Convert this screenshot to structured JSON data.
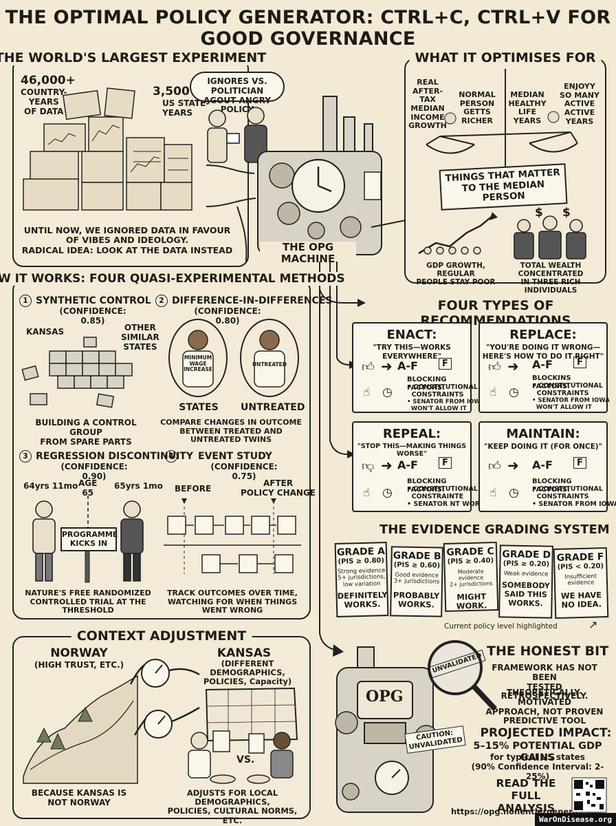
{
  "title": "THE OPTIMAL POLICY GENERATOR: CTRL+C, CTRL+V FOR GOOD GOVERNANCE",
  "experiment": {
    "heading": "THE WORLD'S LARGEST EXPERIMENT",
    "country_years": "46,000+",
    "country_years_label": "COUNTRY-\nYEARS\nOF DATA",
    "state_years": "3,500+",
    "state_years_label": "US STATE-\nYEARS",
    "speech": "IGNORES VS. POLITICIAN\nAGOUT ANGRY POLICY",
    "caption": "UNTIL NOW, WE IGNORED DATA IN FAVOUR\nOF VIBES AND IDEOLOGY.\nRADICAL IDEA: LOOK AT THE DATA INSTEAD"
  },
  "machine_label": "THE OPG MACHINE",
  "optimises": {
    "heading": "WHAT IT OPTIMISES FOR",
    "items": [
      "REAL\nAFTER-TAX\nMEDIAN\nINCOME\nGROWTH",
      "NORMAL\nPERSON\nGETTS\nRICHER",
      "MEDIAN\nHEALTHY\nLIFE\nYEARS",
      "ENJOYY\nSO MANY\nACTIVE\nACTIVE\nYEARS"
    ],
    "banner": "THINGS THAT MATTER\nTO THE MEDIAN PERSON",
    "left_caption": "GDP GROWTH, REGULAR\nPEOPLE STAY POOR",
    "right_caption": "TOTAL WEALTH CONCENTRATED\nIN THREE RICH INDIVIDUALS",
    "dollar": "$"
  },
  "methods": {
    "heading": "HOW IT WORKS: FOUR QUASI-EXPERIMENTAL METHODS",
    "m1": {
      "num": "1",
      "name": "SYNTHETIC CONTROL",
      "conf": "(CONFIDENCE: 0.85)",
      "kansas": "KANSAS",
      "other": "OTHER\nSIMILAR\nSTATES",
      "caption": "BUILDING A CONTROL GROUP\nFROM SPARE PARTS"
    },
    "m2": {
      "num": "2",
      "name": "DIFFERENCE-IN-DIFFERENCES",
      "conf": "(CONFIDENCE: 0.80)",
      "shirt1": "MINIMUM\nWAGE\nINCREASE",
      "shirt2": "UNTREATED",
      "label1": "STATES",
      "label2": "UNTREATED",
      "caption": "COMPARE CHANGES IN OUTCOME\nBETWEEN TREATED AND UNTREATED TWINS"
    },
    "m3": {
      "num": "3",
      "name": "REGRESSION DISCONTINUITY",
      "conf": "(CONFIDENCE: 0.90)",
      "left_age": "64yrs 11mo",
      "age": "AGE\n65",
      "right_age": "65yrs 1mo",
      "sign": "PROGRAMME\nKICKS IN",
      "caption": "NATURE'S FREE RANDOMIZED\nCONTROLLED TRIAL AT THE THRESHOLD"
    },
    "m4": {
      "num": "4",
      "name": "EVENT STUDY",
      "conf": "(CONFIDENCE: 0.75)",
      "before": "BEFORE",
      "after": "AFTER\nPOLICY CHANGE",
      "caption": "TRACK OUTCOMES OVER TIME,\nWATCHING FOR WHEN THINGS WENT WRONG"
    }
  },
  "recommendations": {
    "heading": "FOUR TYPES OF RECOMMENDATIONS",
    "cards": [
      {
        "title": "ENACT:",
        "sub": "\"TRY THIS—WORKS EVERYWHERE\"",
        "grade": "A-F",
        "box": "F",
        "block": "BLOCKING FACTORS:",
        "bullets": [
          "• CONSTITUTIONAL\n  CONSTRAINTS",
          "• SENATOR FROM IOWA\n  WON'T ALLOW IT"
        ]
      },
      {
        "title": "REPLACE:",
        "sub": "\"YOU'RE DOING IT WRONG—\nHERE'S HOW TO DO IT RIGHT\"",
        "grade": "A-F",
        "box": "F",
        "block": "BLOCKINS FACTORS:",
        "bullets": [
          "• CONSTITUTIONAL\n  CONSTRAINTS",
          "• SENATOR FROM IOWA\n  WON'T ALLOW IT"
        ]
      },
      {
        "title": "REPEAL:",
        "sub": "\"STOP THIS—MAKING THINGS WORSE\"",
        "grade": "A-F",
        "box": "F",
        "block": "BLOCKING FACTORS:",
        "bullets": [
          "• CONSTITUTIONAL\n  CONSTRAINTE",
          "• SENATOR NT WORSE"
        ]
      },
      {
        "title": "MAINTAIN:",
        "sub": "\"KEEP DOING IT (FOR ONCE)\"",
        "grade": "A-F",
        "box": "F",
        "block": "BLOCKING FACTORS:",
        "bullets": [
          "• CONSTITUTIONAL\n  CONSTRAINTS",
          "• SENATOR FROM IOWA"
        ]
      }
    ]
  },
  "grading": {
    "heading": "THE EVIDENCE GRADING SYSTEM",
    "grades": [
      {
        "name": "GRADE A",
        "crit": "(PIS ≥ 0.80)",
        "desc": "Strong evidence\n5+ jurisdictions,\nlow variation",
        "verdict": "DEFINITELY\nWORKS."
      },
      {
        "name": "GRADE B",
        "crit": "(PIS ≥ 0.60)",
        "desc": "Good evidence\n3+ jurisdictions",
        "verdict": "PROBABLY\nWORKS."
      },
      {
        "name": "GRADE C",
        "crit": "(PIS ≥ 0.40)",
        "desc": "Moderate evidence\n2+ jurisdictions",
        "verdict": "MIGHT\nWORK."
      },
      {
        "name": "GRADE D",
        "crit": "(PIS ≥ 0.20)",
        "desc": "Weak evidence",
        "verdict": "SOMEBODY\nSAID THIS\nWORKS."
      },
      {
        "name": "GRADE F",
        "crit": "(PIS < 0.20)",
        "desc": "Insufficient\nevidence",
        "verdict": "WE HAVE\nNO IDEA."
      }
    ],
    "note": "Current policy level highlighted"
  },
  "context": {
    "heading": "CONTEXT ADJUSTMENT",
    "norway": "NORWAY",
    "norway_sub": "(HIGH TRUST, ETC.)",
    "kansas": "KANSAS",
    "kansas_sub": "(DIFFERENT DEMOGRAPHICS,\nPOLICIES, Capacity)",
    "vs": "VS.",
    "left_caption": "BECAUSE KANSAS IS\nNOT NORWAY",
    "right_caption": "ADJUSTS FOR LOCAL DEMOGRAPHICS,\nPOLICIES, CULTURAL NORMS, ETC."
  },
  "honest": {
    "heading": "THE HONEST BIT",
    "p1": "FRAMEWORK HAS NOT BEEN\nTESTED RETROSPECTIVELY.",
    "p2": "THEORETICALLY-MOTIVATED\nAPPROACH, NOT PROVEN\nPREDICTIVE TOOL",
    "impact_title": "PROJECTED IMPACT:",
    "impact_value": "5–15% POTENTIAL GDP GAINS",
    "impact_sub": "for typical US states\n(90% Confidence Interval: 2-25%)",
    "read": "READ THE FULL\nANALYSIS",
    "url": "https://opg.nonentlergenera.com/",
    "stamp": "UNVALIDATED",
    "caution": "CAUTION:\nUNVALIDATED",
    "opg": "OPG"
  },
  "footer_tag": "WarOnDisease.org"
}
